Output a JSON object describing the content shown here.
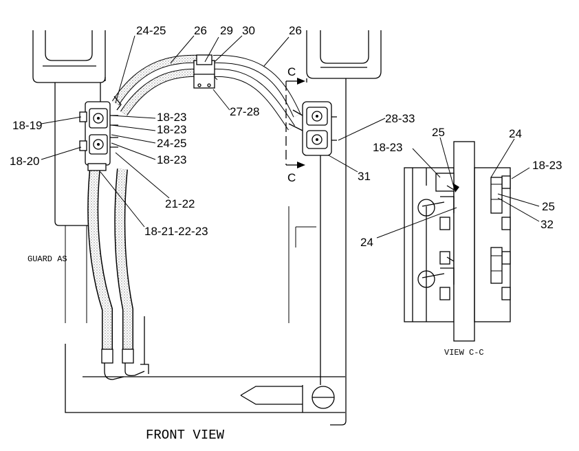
{
  "colors": {
    "ink": "#000000",
    "paper": "#ffffff",
    "stipple": "#9a9a9a"
  },
  "captions": {
    "front_view": "FRONT VIEW",
    "view_cc": "VIEW C-C",
    "guard": "GUARD AS",
    "section_mark": "C"
  },
  "callouts": {
    "c24_25_top": "24-25",
    "c26_left": "26",
    "c29": "29",
    "c30": "30",
    "c26_right": "26",
    "c18_19": "18-19",
    "c18_23_a": "18-23",
    "c18_23_b": "18-23",
    "c24_25_mid": "24-25",
    "c18_23_c": "18-23",
    "c18_20": "18-20",
    "c21_22": "21-22",
    "c18_21_22_23": "18-21-22-23",
    "c27_28": "27-28",
    "c28_33": "28-33",
    "c31": "31",
    "v25_left": "25",
    "v24_top": "24",
    "v18_23_left": "18-23",
    "v18_23_right": "18-23",
    "v25_right": "25",
    "v32": "32",
    "v24_mid": "24"
  }
}
